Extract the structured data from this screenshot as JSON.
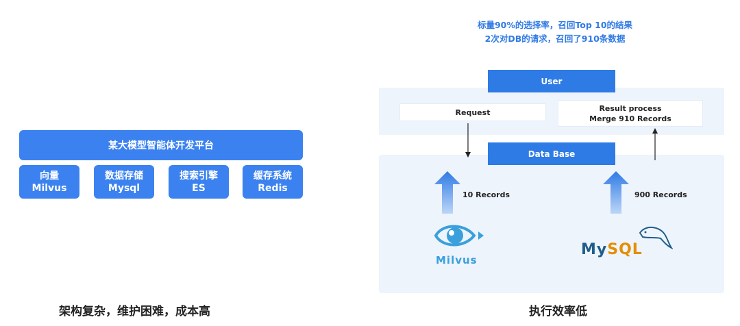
{
  "left": {
    "platform_label": "某大模型智能体开发平台",
    "components": [
      {
        "line1": "向量",
        "line2": "Milvus"
      },
      {
        "line1": "数据存储",
        "line2": "Mysql"
      },
      {
        "line1": "搜索引擎",
        "line2": "ES"
      },
      {
        "line1": "缓存系统",
        "line2": "Redis"
      }
    ],
    "caption": "架构复杂，维护困难，成本高"
  },
  "right": {
    "note_line1": "标量90%的选择率，召回Top 10的结果",
    "note_line2": "2次对DB的请求，召回了910条数据",
    "user_label": "User",
    "request_label": "Request",
    "result_line1": "Result process",
    "result_line2": "Merge 910 Records",
    "db_label": "Data Base",
    "milvus_records": "10 Records",
    "mysql_records": "900 Records",
    "milvus_logo_text": "Milvus",
    "mysql_logo_text": "MySQL",
    "caption": "执行效率低"
  },
  "colors": {
    "primary": "#3b82f0",
    "note_text": "#2f7ae5",
    "panel_bg": "#eef4fc",
    "milvus": "#3aa0dc",
    "mysql_blue": "#1f5e8a",
    "mysql_orange": "#e48e00"
  }
}
